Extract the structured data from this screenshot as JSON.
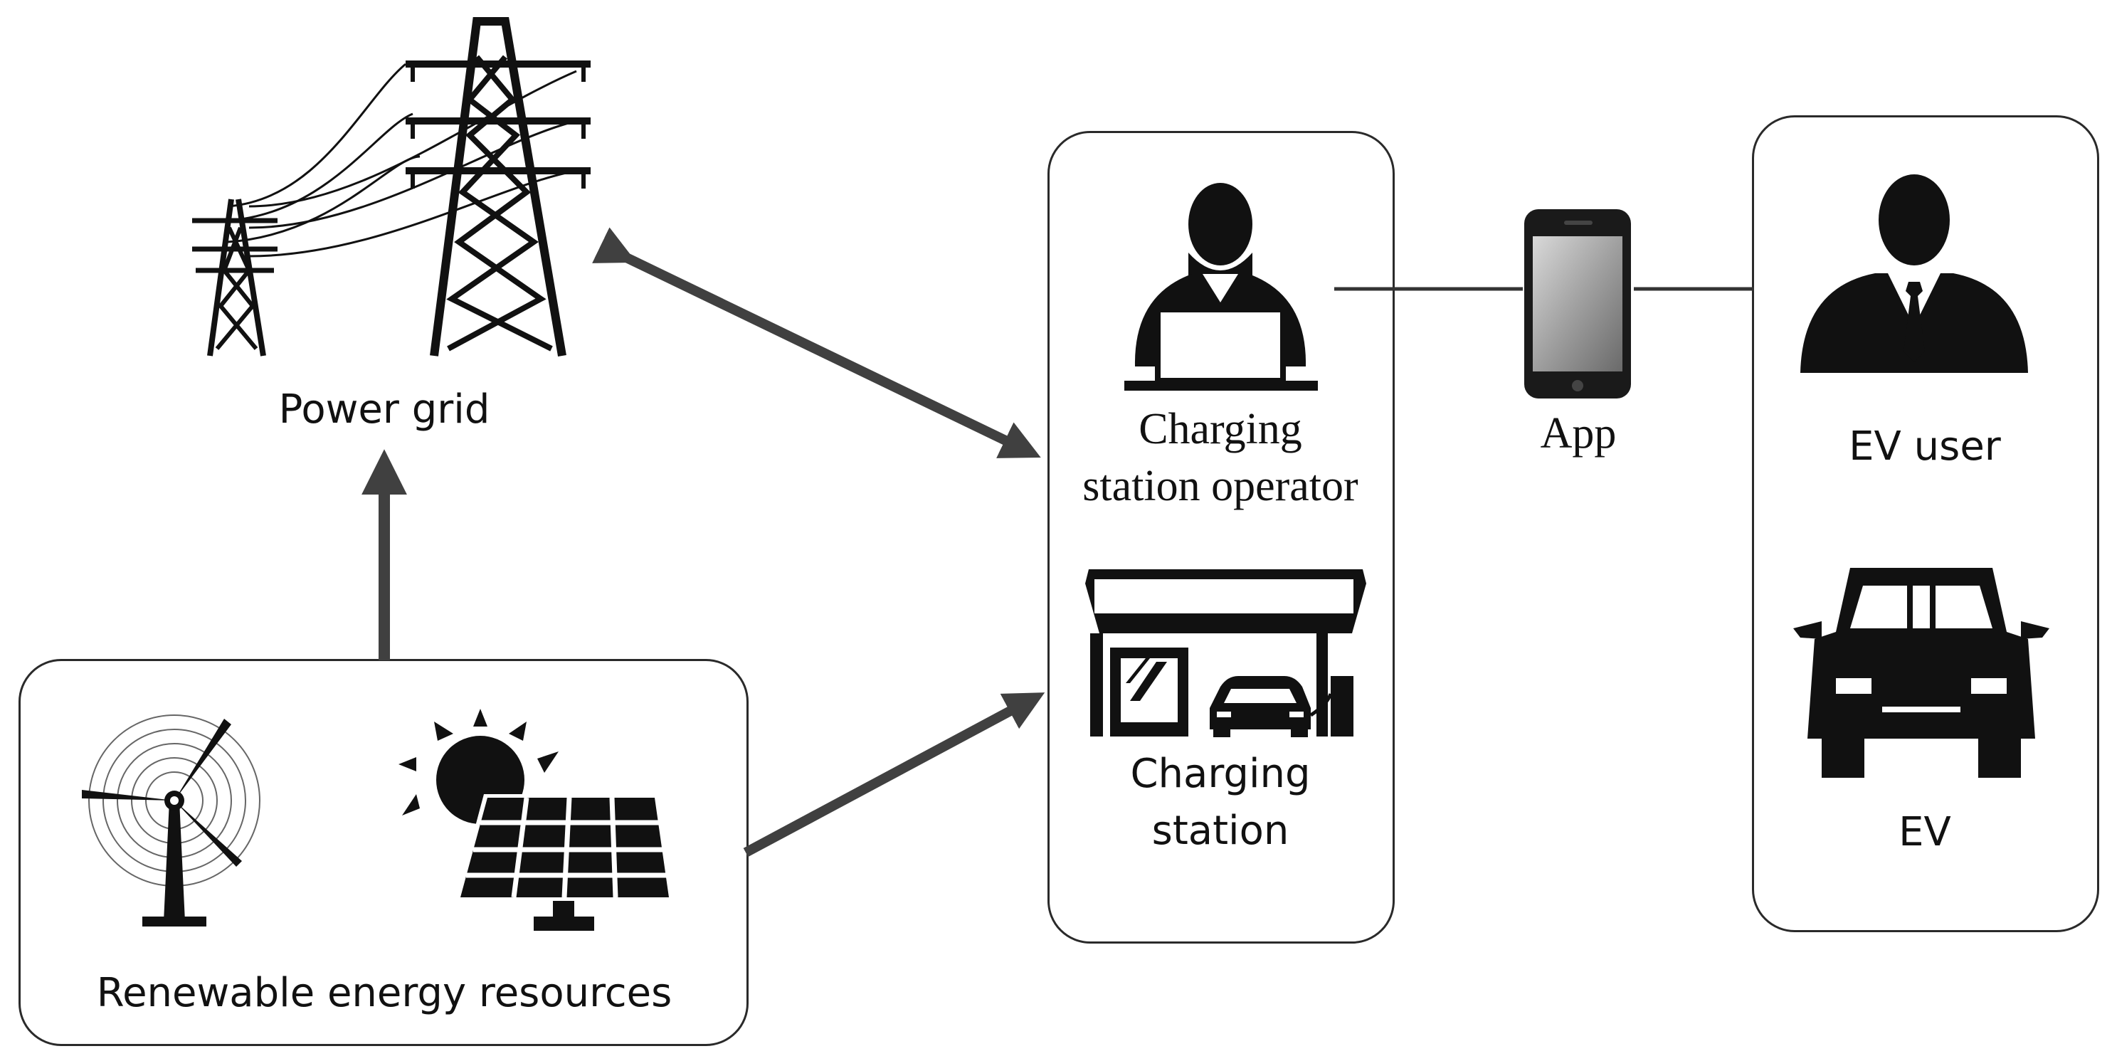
{
  "nodes": {
    "power_grid": {
      "label": "Power grid",
      "icon": "power-tower-icon"
    },
    "renewable": {
      "label": "Renewable energy resources",
      "icons": [
        "wind-turbine-icon",
        "solar-panel-icon"
      ]
    },
    "operator": {
      "label_line1": "Charging",
      "label_line2": "station operator",
      "icon": "operator-laptop-icon"
    },
    "station": {
      "label_line1": "Charging",
      "label_line2": "station",
      "icon": "charging-station-icon"
    },
    "app": {
      "label": "App",
      "icon": "smartphone-icon"
    },
    "ev_user": {
      "label": "EV user",
      "icon": "businessman-icon"
    },
    "ev": {
      "label": "EV",
      "icon": "car-icon"
    }
  },
  "edges": [
    {
      "from": "renewable",
      "to": "power_grid",
      "style": "arrow"
    },
    {
      "from": "power_grid",
      "to": "operator",
      "style": "bidirectional-arrow"
    },
    {
      "from": "renewable",
      "to": "station",
      "style": "arrow"
    },
    {
      "from": "operator",
      "to": "app",
      "style": "line"
    },
    {
      "from": "app",
      "to": "ev_user",
      "style": "line"
    }
  ],
  "colors": {
    "arrow": "#404040",
    "icon": "#111111",
    "box_border": "#2a2a2a"
  }
}
